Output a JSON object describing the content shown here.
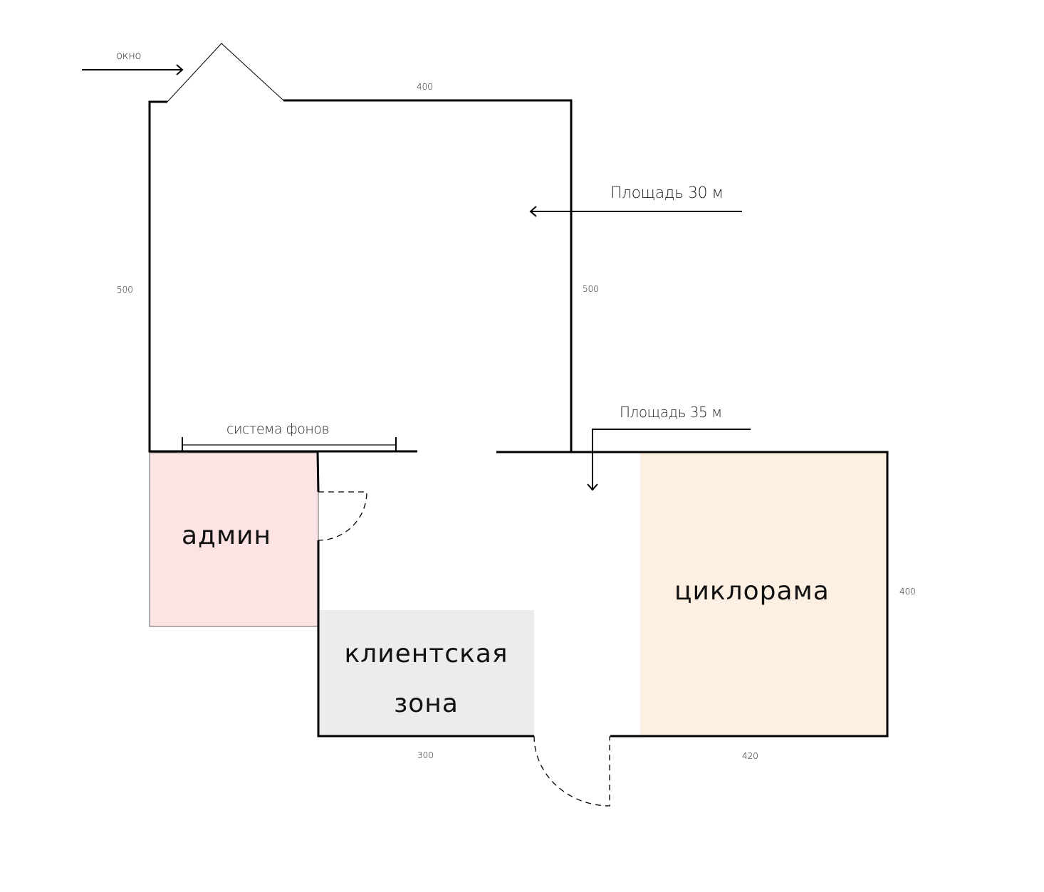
{
  "labels": {
    "window": "окно",
    "area_30": "Площадь 30 м",
    "area_35": "Площадь 35 м",
    "backdrop_system": "система фонов"
  },
  "dimensions": {
    "top_width": "400",
    "left_height": "500",
    "right_height": "500",
    "bottom_left_width": "300",
    "bottom_right_width": "420",
    "cyclorama_height": "400"
  },
  "zones": {
    "admin": "админ",
    "client_line1": "клиентская",
    "client_line2": "зона",
    "cyclorama": "циклорама"
  },
  "colors": {
    "admin": "#fde4e4",
    "client": "#ececec",
    "cyclorama": "#fdefe2",
    "wall": "#000000"
  }
}
